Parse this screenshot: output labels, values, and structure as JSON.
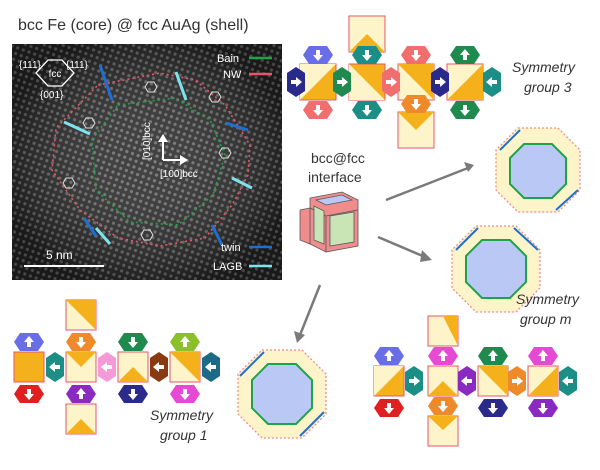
{
  "title": "bcc Fe (core) @ fcc AuAg (shell)",
  "micrograph": {
    "miller": {
      "left": "{111}",
      "right": "{111}",
      "center": "fcc",
      "bottom": "{001}"
    },
    "axis_y": "[010]bcc",
    "axis_x": "[100]bcc",
    "scale_bar": "5 nm",
    "legend": [
      {
        "label": "Bain",
        "color": "#1fa34a"
      },
      {
        "label": "NW",
        "color": "#e8556d"
      },
      {
        "label": "twin",
        "color": "#1f6fd1"
      },
      {
        "label": "LAGB",
        "color": "#7de3ee"
      }
    ]
  },
  "interface": {
    "line1": "bcc@fcc",
    "line2": "interface"
  },
  "groups": {
    "g3": {
      "line1": "Symmetry",
      "line2": "group 3"
    },
    "gm": {
      "line1": "Symmetry",
      "line2": "group m"
    },
    "g1": {
      "line1": "Symmetry",
      "line2": "group 1"
    }
  },
  "colors": {
    "yellow_light": "#fdf5c9",
    "yellow_dark": "#f5b11b",
    "face_blue": "#b9c8f5",
    "face_green": "#c9e5b6",
    "face_red": "#f08c8c"
  }
}
